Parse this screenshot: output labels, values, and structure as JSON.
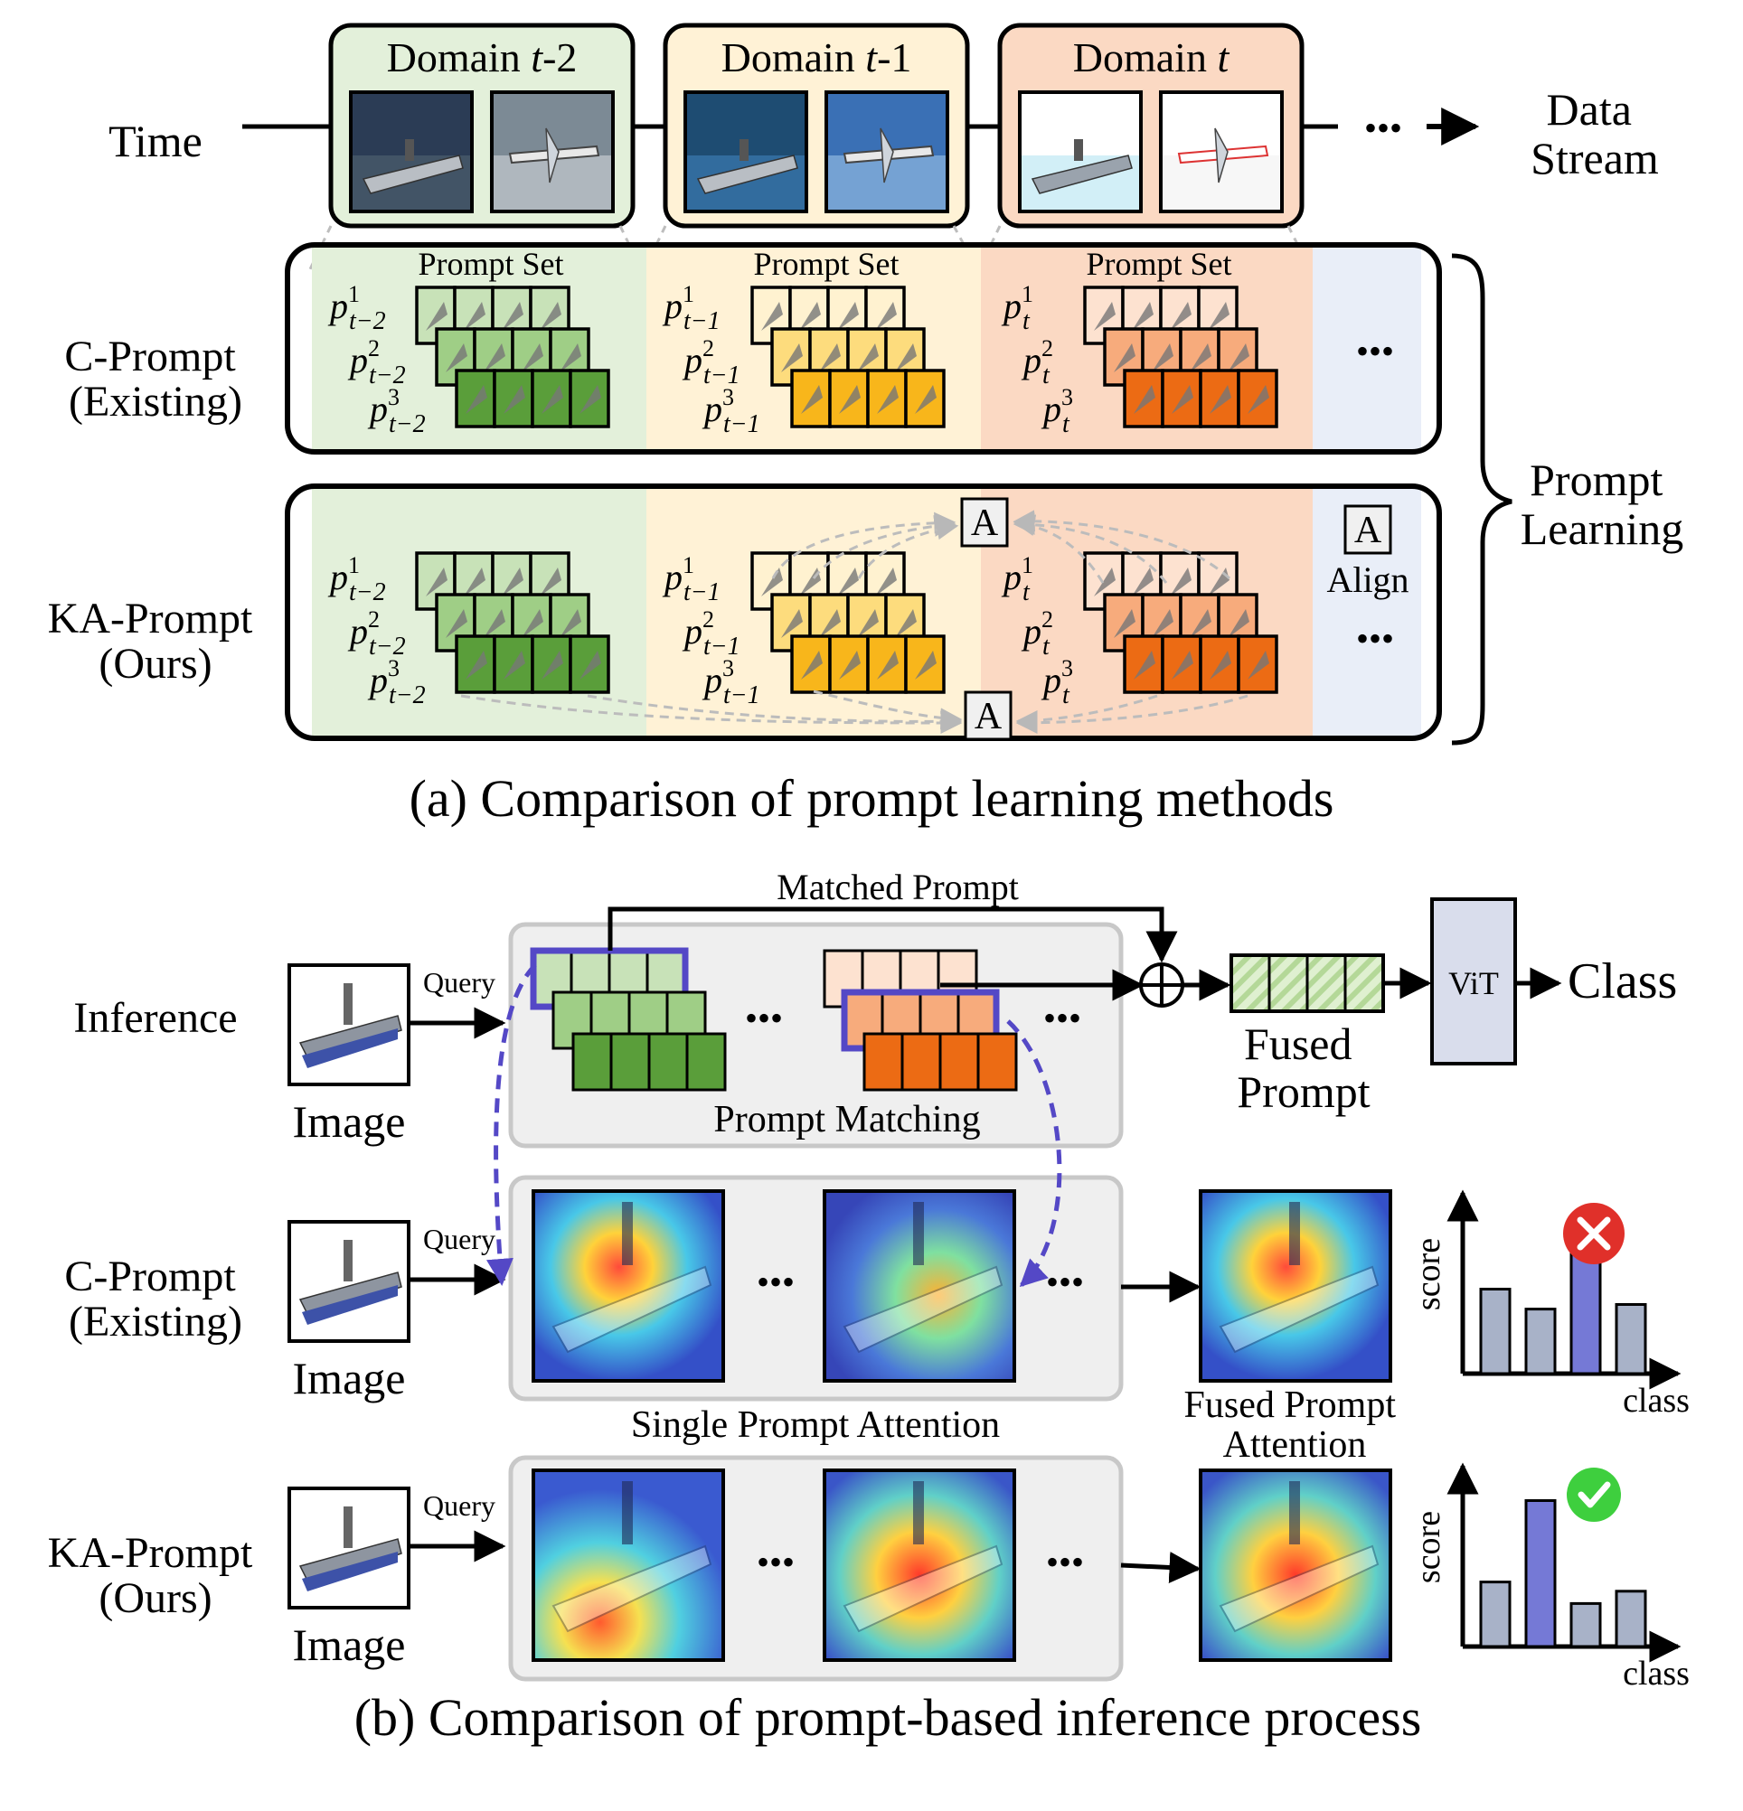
{
  "part_a": {
    "caption": "(a) Comparison of prompt learning methods",
    "time_label": "Time",
    "data_stream": [
      "Data",
      "Stream"
    ],
    "domains": [
      {
        "name": "Domain ",
        "sym": "t",
        "suffix": "-2",
        "fill": "#e3f0da"
      },
      {
        "name": "Domain ",
        "sym": "t",
        "suffix": "-1",
        "fill": "#fff2d6"
      },
      {
        "name": "Domain ",
        "sym": "t",
        "suffix": "",
        "fill": "#fbd9c3"
      }
    ],
    "prompt_set_label": "Prompt Set",
    "rows": [
      {
        "name": [
          "C-Prompt",
          "(Existing)"
        ]
      },
      {
        "name": [
          "KA-Prompt",
          "(Ours)"
        ]
      }
    ],
    "prompt_groups": [
      {
        "sub": [
          "t−2",
          "t−2",
          "t−2"
        ],
        "colors": [
          "#c8e2b8",
          "#9fce86",
          "#5a9e3a"
        ]
      },
      {
        "sub": [
          "t−1",
          "t−1",
          "t−1"
        ],
        "colors": [
          "#fff2d0",
          "#fddc7d",
          "#f8b61b"
        ]
      },
      {
        "sub": [
          "t",
          "t",
          "t"
        ],
        "colors": [
          "#fde2d0",
          "#f7ab7c",
          "#ec6b14"
        ]
      }
    ],
    "prompt_var": "p",
    "sup": [
      "1",
      "2",
      "3"
    ],
    "align_box": "A",
    "align_label": "Align",
    "ellipsis": "•••",
    "brace_label": [
      "Prompt",
      "Learning"
    ]
  },
  "part_b": {
    "caption": "(b) Comparison of prompt-based inference process",
    "rows": [
      {
        "name": [
          "Inference"
        ]
      },
      {
        "name": [
          "C-Prompt",
          "(Existing)"
        ]
      },
      {
        "name": [
          "KA-Prompt",
          "(Ours)"
        ]
      }
    ],
    "image_label": "Image",
    "query_label": "Query",
    "matched_prompt": "Matched Prompt",
    "prompt_matching": "Prompt Matching",
    "fused_prompt": [
      "Fused",
      "Prompt"
    ],
    "vit": "ViT",
    "class_label": "Class",
    "single_prompt_attention": "Single Prompt Attention",
    "fused_prompt_attention": [
      "Fused Prompt",
      "Attention"
    ],
    "ellipsis": "•••",
    "charts": [
      {
        "result": "wrong",
        "ylabel": "score",
        "xlabel": "class",
        "values": [
          0.55,
          0.42,
          0.78,
          0.45
        ],
        "highlight": 2
      },
      {
        "result": "correct",
        "ylabel": "score",
        "xlabel": "class",
        "values": [
          0.42,
          0.95,
          0.28,
          0.36
        ],
        "highlight": 1
      }
    ],
    "colors": {
      "highlight_bar": "#7579d6",
      "bar": "#a8b2c8",
      "wrong": "#e0302a",
      "correct": "#3ecf3e",
      "matching_dash": "#5448c6",
      "vit_fill": "#d9ddec"
    }
  }
}
